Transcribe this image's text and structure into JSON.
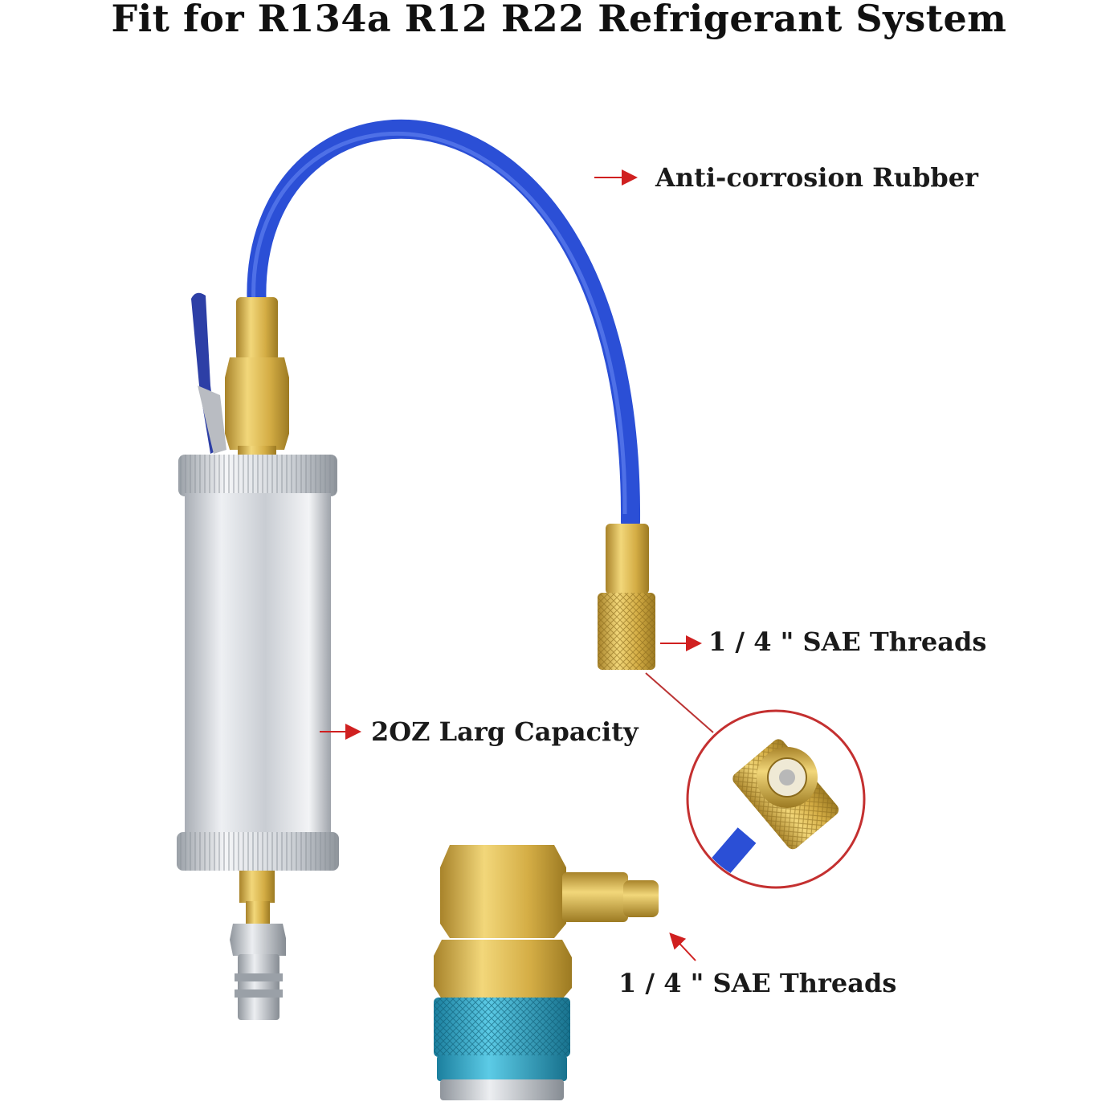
{
  "title": "Fit for R134a R12 R22 Refrigerant System",
  "callouts": {
    "hose": "Anti-corrosion Rubber",
    "sae_top": "1 / 4 \" SAE Threads",
    "capacity": "2OZ Larg Capacity",
    "sae_bottom": "1 / 4 \" SAE Threads"
  },
  "colors": {
    "hose": "#2b4fd6",
    "brass": "#d8b44a",
    "aluminum": "#d9dce0",
    "coupler": "#2fa8c8",
    "arrow": "#d02020",
    "zoom_ring": "#c43030"
  }
}
